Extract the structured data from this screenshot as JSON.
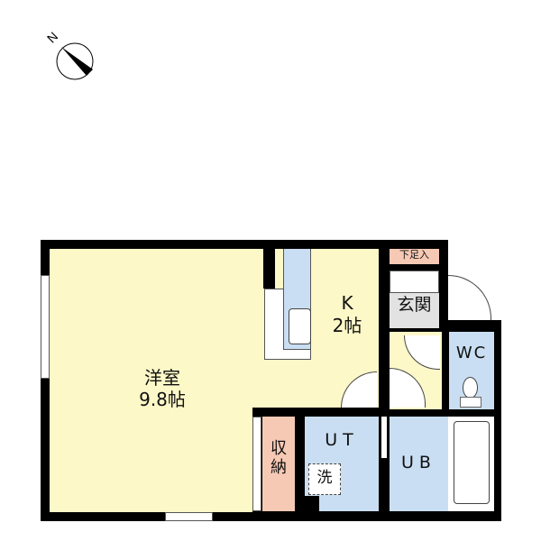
{
  "compass": {
    "north_label": "N",
    "icon": "north-arrow-icon"
  },
  "rooms": {
    "western_room": {
      "name": "洋室",
      "size": "9.8帖"
    },
    "kitchen": {
      "name": "K",
      "size": "2帖"
    },
    "entrance": {
      "name": "玄関"
    },
    "shoe_storage": {
      "name": "下足入"
    },
    "toilet": {
      "name": "WC"
    },
    "utility": {
      "name": "UT"
    },
    "washer": {
      "name": "洗"
    },
    "bathroom": {
      "name": "UB"
    },
    "storage": {
      "name": "収\n納"
    }
  },
  "colors": {
    "room_yellow": "#fdf8c8",
    "wet_blue": "#c9def2",
    "storage_pink": "#f6c9b4",
    "entrance_gray": "#e2e2e2",
    "wall": "#000000"
  }
}
